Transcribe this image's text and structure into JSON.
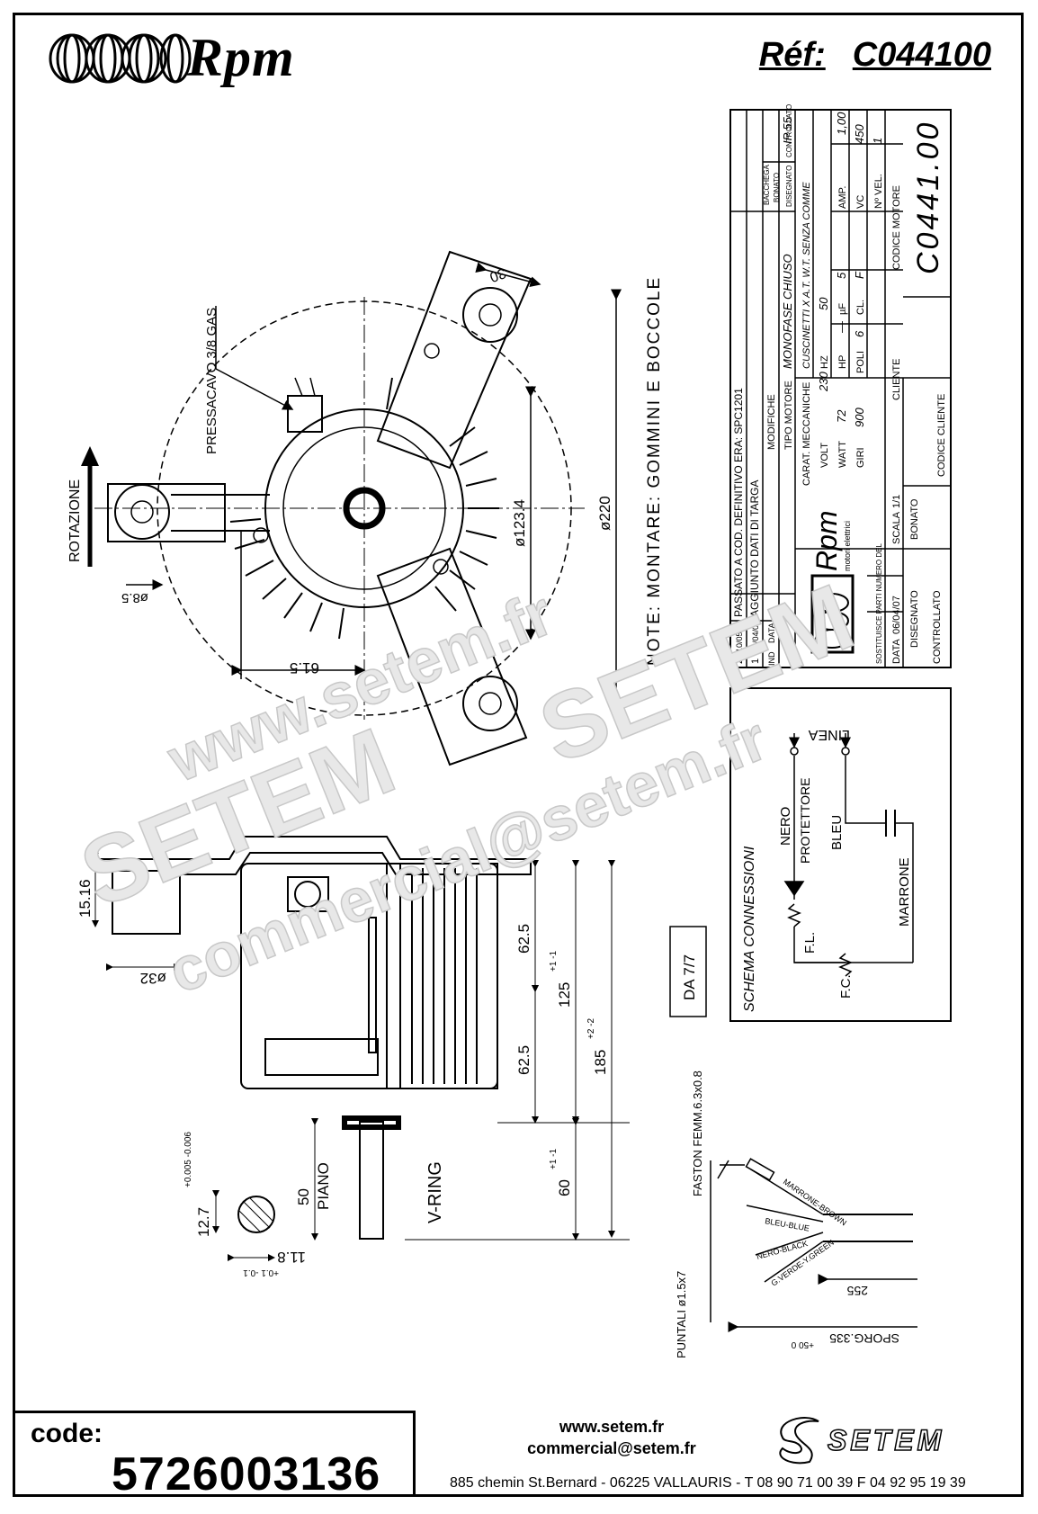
{
  "header": {
    "brand": "Rpm",
    "ref_label": "Réf:",
    "ref_value": "C044100"
  },
  "top_view": {
    "gland": "PRESSACAVO 3/8 GAS",
    "rotation": "ROTAZIONE",
    "dim_30": "30",
    "dim_220": "ø220",
    "dim_1234": "ø123.4",
    "dim_615": "61.5",
    "dim_85": "ø8.5"
  },
  "note": "NOTE: MONTARE: GOMMINI E BOCCOLE",
  "side_view": {
    "dim_1516": "15.16",
    "dim_32": "ø32",
    "dim_625a": "62.5",
    "dim_625b": "62.5",
    "dim_125": "125",
    "tol_125": "+1 -1",
    "dim_185": "185",
    "tol_185": "+2 -2",
    "dim_60": "60",
    "tol_60": "+1 -1",
    "dim_50": "50",
    "piano": "PIANO",
    "vring": "V-RING",
    "dim_127": "12.7",
    "tol_127": "+0.005 -0.006",
    "dim_118": "11.8",
    "tol_118": "+0.1 -0.1"
  },
  "da_box": "DA 7/7",
  "schema": {
    "title": "SCHEMA CONNESSIONI",
    "linea": "LINEA",
    "nero": "NERO",
    "protettore": "PROTETTORE",
    "bleu": "BLEU",
    "marrone": "MARRONE",
    "fl": "F.L.",
    "fc": "F.C."
  },
  "cable": {
    "faston": "FASTON FEMM.6.3x0.8",
    "puntali": "PUNTALI ø1.5x7",
    "wire1": "MARRONE-BROWN",
    "wire2": "BLEU-BLUE",
    "wire3": "NERO-BLACK",
    "wire4": "G.VERDE-Y.GREEN",
    "dim_255": "255",
    "dim_335": "SPORG.335",
    "tol_335": "+50 0"
  },
  "title_block": {
    "rev_rows": [
      {
        "ind": "2",
        "data": "10/05/10",
        "mod": "PASSATO A COD. DEFINITIVO ERA: SPC1201"
      },
      {
        "ind": "1",
        "data": "20/04/07",
        "mod": "AGGIUNTO DATI DI TARGA"
      },
      {
        "ind": "IND",
        "data": "DATA",
        "mod": "MODIFICHE"
      }
    ],
    "sign_labels": [
      "DISEGNATO",
      "CONTROLLATO",
      "BONATO",
      "BACCHEGA"
    ],
    "tipo_label": "TIPO MOTORE",
    "tipo_value": "MONOFASE CHIUSO",
    "ip": "IP 55",
    "carat_label": "CARAT. MECCANICHE",
    "carat_value": "CUSCINETTI X A.T. W.T. SENZA COMME",
    "volt_label": "VOLT",
    "volt": "230",
    "hz_label": "HZ",
    "hz": "50",
    "amp_label": "AMP.",
    "amp": "1,00",
    "watt_label": "WATT",
    "watt": "72",
    "hp_label": "HP",
    "hp": "—",
    "uf_label": "µF",
    "uf": "5",
    "vc_label": "VC",
    "vc": "450",
    "giri_label": "GIRI",
    "giri": "900",
    "poli_label": "POLI",
    "poli": "6",
    "cl_label": "CL.",
    "cl": "F",
    "nvel_label": "Nº VEL.",
    "nvel": "1",
    "codice_motore_label": "CODICE MOTORE",
    "codice_motore": "C0441.00",
    "cliente_label": "CLIENTE",
    "codice_cliente_label": "CODICE CLIENTE",
    "sostituisce": "SOSTITUISCE PARTI NUMERO DEL",
    "scala_label": "SCALA",
    "scala": "1/1",
    "data_label": "DATA",
    "data": "06/04/07",
    "disegnato": "DISEGNATO",
    "bonato": "BONATO",
    "controllato": "CONTROLLATO",
    "logo": "Rpm",
    "logo_sub": "motori elettrici"
  },
  "watermarks": [
    "www.setem.fr",
    "SETEM",
    "SETEM",
    "commercial@setem.fr"
  ],
  "footer": {
    "code_label": "code:",
    "code_value": "5726003136",
    "website": "www.setem.fr",
    "email": "commercial@setem.fr",
    "address": "885 chemin St.Bernard  -  06225 VALLAURIS  -  T 08 90 71 00 39   F 04 92 95 19 39",
    "logo": "SETEM"
  }
}
